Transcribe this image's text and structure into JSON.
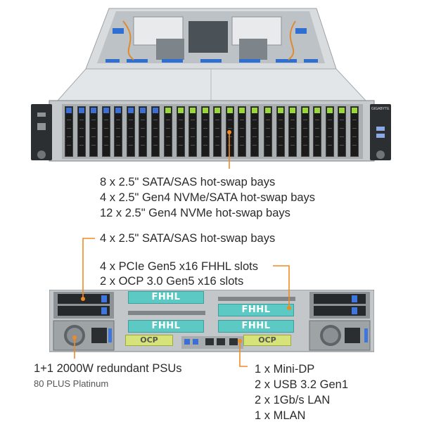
{
  "front": {
    "bay_callouts": [
      "8 x 2.5\" SATA/SAS hot-swap bays",
      "4 x 2.5\" Gen4 NVMe/SATA hot-swap bays",
      "12 x 2.5\" Gen4 NVMe hot-swap bays"
    ],
    "bay_colors": {
      "sata": "#3b6fd6",
      "nvme_sata": "#9ad83a",
      "nvme": "#ffffff"
    }
  },
  "rear": {
    "rear_bays_label": "4 x 2.5\" SATA/SAS hot-swap bays",
    "slots_label_1": "4 x PCIe Gen5 x16 FHHL slots",
    "slots_label_2": "2 x OCP 3.0 Gen5 x16 slots",
    "card_fhhl": "FHHL",
    "card_ocp": "OCP",
    "psu_label": "1+1 2000W redundant PSUs",
    "psu_sub": "80 PLUS Platinum",
    "io_labels": [
      "1 x Mini-DP",
      "2 x USB 3.2 Gen1",
      "2 x 1Gb/s LAN",
      "1 x MLAN"
    ]
  },
  "brand_mark": "GIGABYTE",
  "colors": {
    "accent": "#f08a24",
    "fhhl": "#5cc9c4",
    "ocp": "#d5e37a",
    "chassis": "#c7cacc"
  }
}
